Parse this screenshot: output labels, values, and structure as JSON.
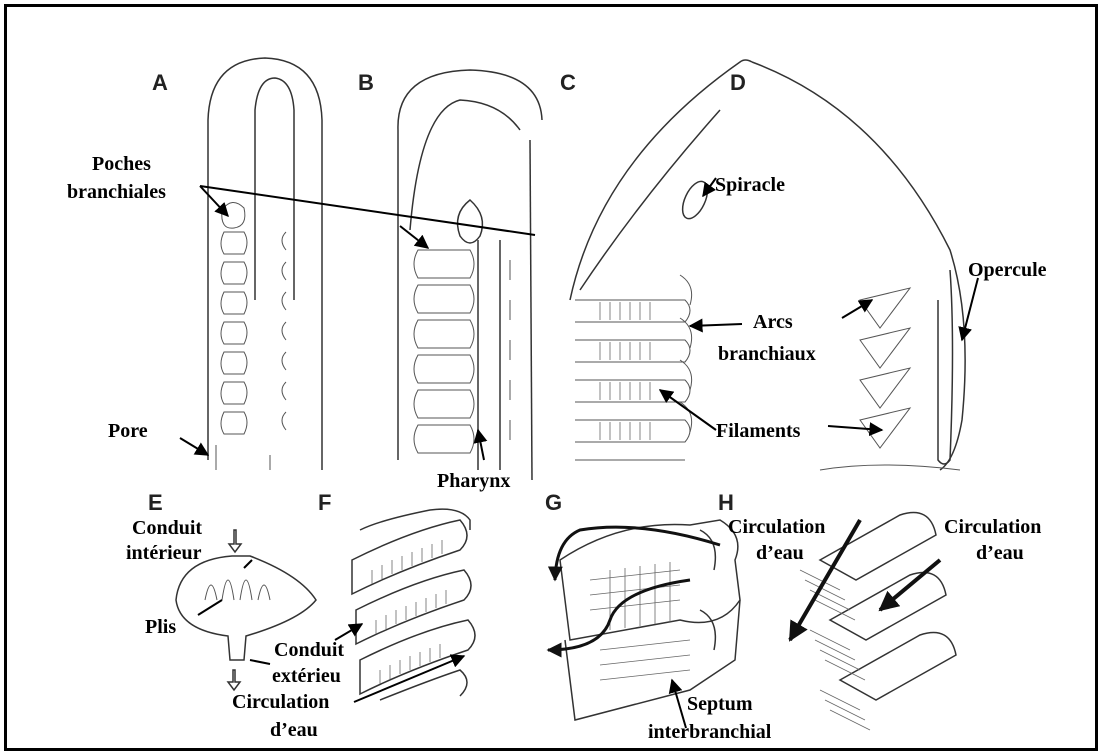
{
  "panels": [
    "A",
    "B",
    "C",
    "D",
    "E",
    "F",
    "G",
    "H"
  ],
  "labels": {
    "poches_1": "Poches",
    "poches_2": "branchiales",
    "pore": "Pore",
    "pharynx": "Pharynx",
    "spiracle": "Spiracle",
    "opercule": "Opercule",
    "arcs_1": "Arcs",
    "arcs_2": "branchiaux",
    "filaments": "Filaments",
    "conduit_int_1": "Conduit",
    "conduit_int_2": "intérieur",
    "plis": "Plis",
    "conduit_ext_1": "Conduit",
    "conduit_ext_2": "extérieu",
    "circ_f_1": "Circulation",
    "circ_f_2": "d’eau",
    "circ_g_1": "Circulation",
    "circ_g_2": "d’eau",
    "circ_h_1": "Circulation",
    "circ_h_2": "d’eau",
    "septum_1": "Septum",
    "septum_2": "interbranchial"
  }
}
